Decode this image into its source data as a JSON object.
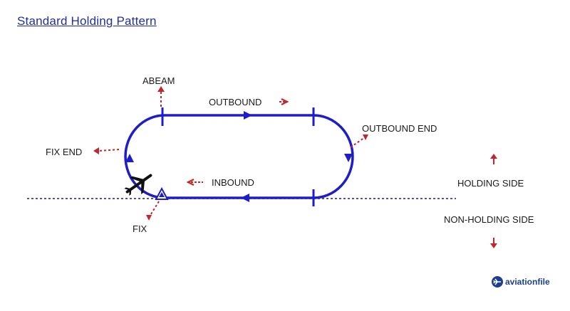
{
  "title": "Standard Holding Pattern",
  "labels": {
    "abeam": "ABEAM",
    "outbound": "OUTBOUND",
    "outbound_end": "OUTBOUND END",
    "fix_end": "FIX END",
    "inbound": "INBOUND",
    "fix": "FIX",
    "holding_side": "HOLDING SIDE",
    "non_holding_side": "NON-HOLDING SIDE"
  },
  "brand": "aviationfile",
  "colors": {
    "track": "#1e1ec8",
    "pointer": "#c0262b",
    "reference_line": "#1a1a6e",
    "brand": "#1e3f8f"
  },
  "icons": [
    "aircraft-icon",
    "fix-triangle-icon",
    "aviationfile-logo-icon"
  ]
}
